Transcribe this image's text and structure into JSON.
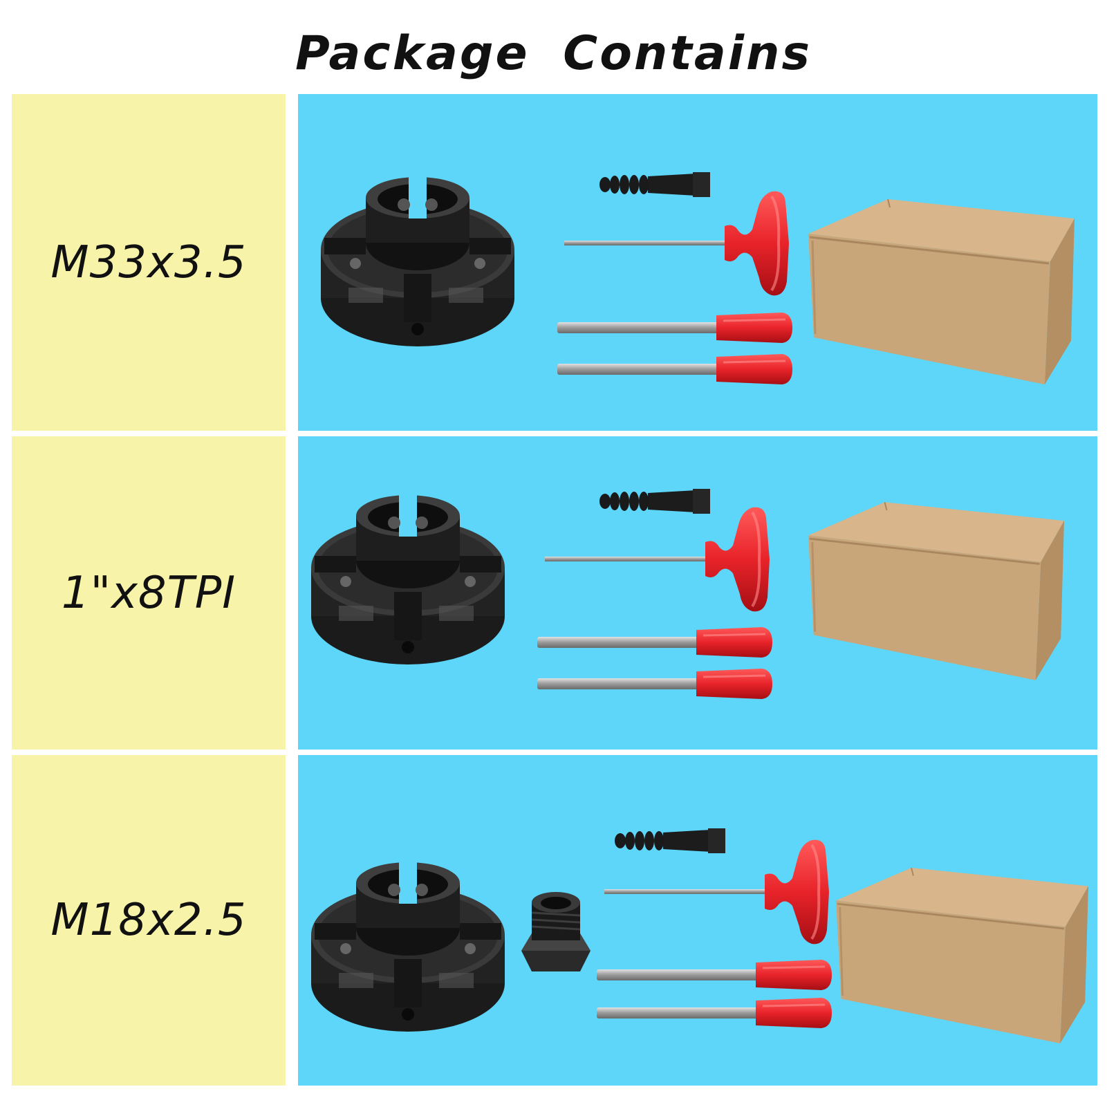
{
  "title": "Package Contains",
  "rows": [
    {
      "label": "M33x3.5",
      "has_adapter": false
    },
    {
      "label": "1\"x8TPI",
      "has_adapter": false
    },
    {
      "label": "M18x2.5",
      "has_adapter": true
    }
  ],
  "colors": {
    "label_background": "#f7f3a8",
    "image_background": "#5dd6f9",
    "handle_red": "#e8232a",
    "box_cardboard": "#c9a57a"
  },
  "icons": {
    "chuck": "lathe-chuck-icon",
    "screw": "woodworm-screw-icon",
    "t_wrench": "t-handle-wrench-icon",
    "tommy_bar": "tommy-bar-icon",
    "box": "cardboard-box-icon",
    "adapter": "thread-adapter-icon"
  }
}
